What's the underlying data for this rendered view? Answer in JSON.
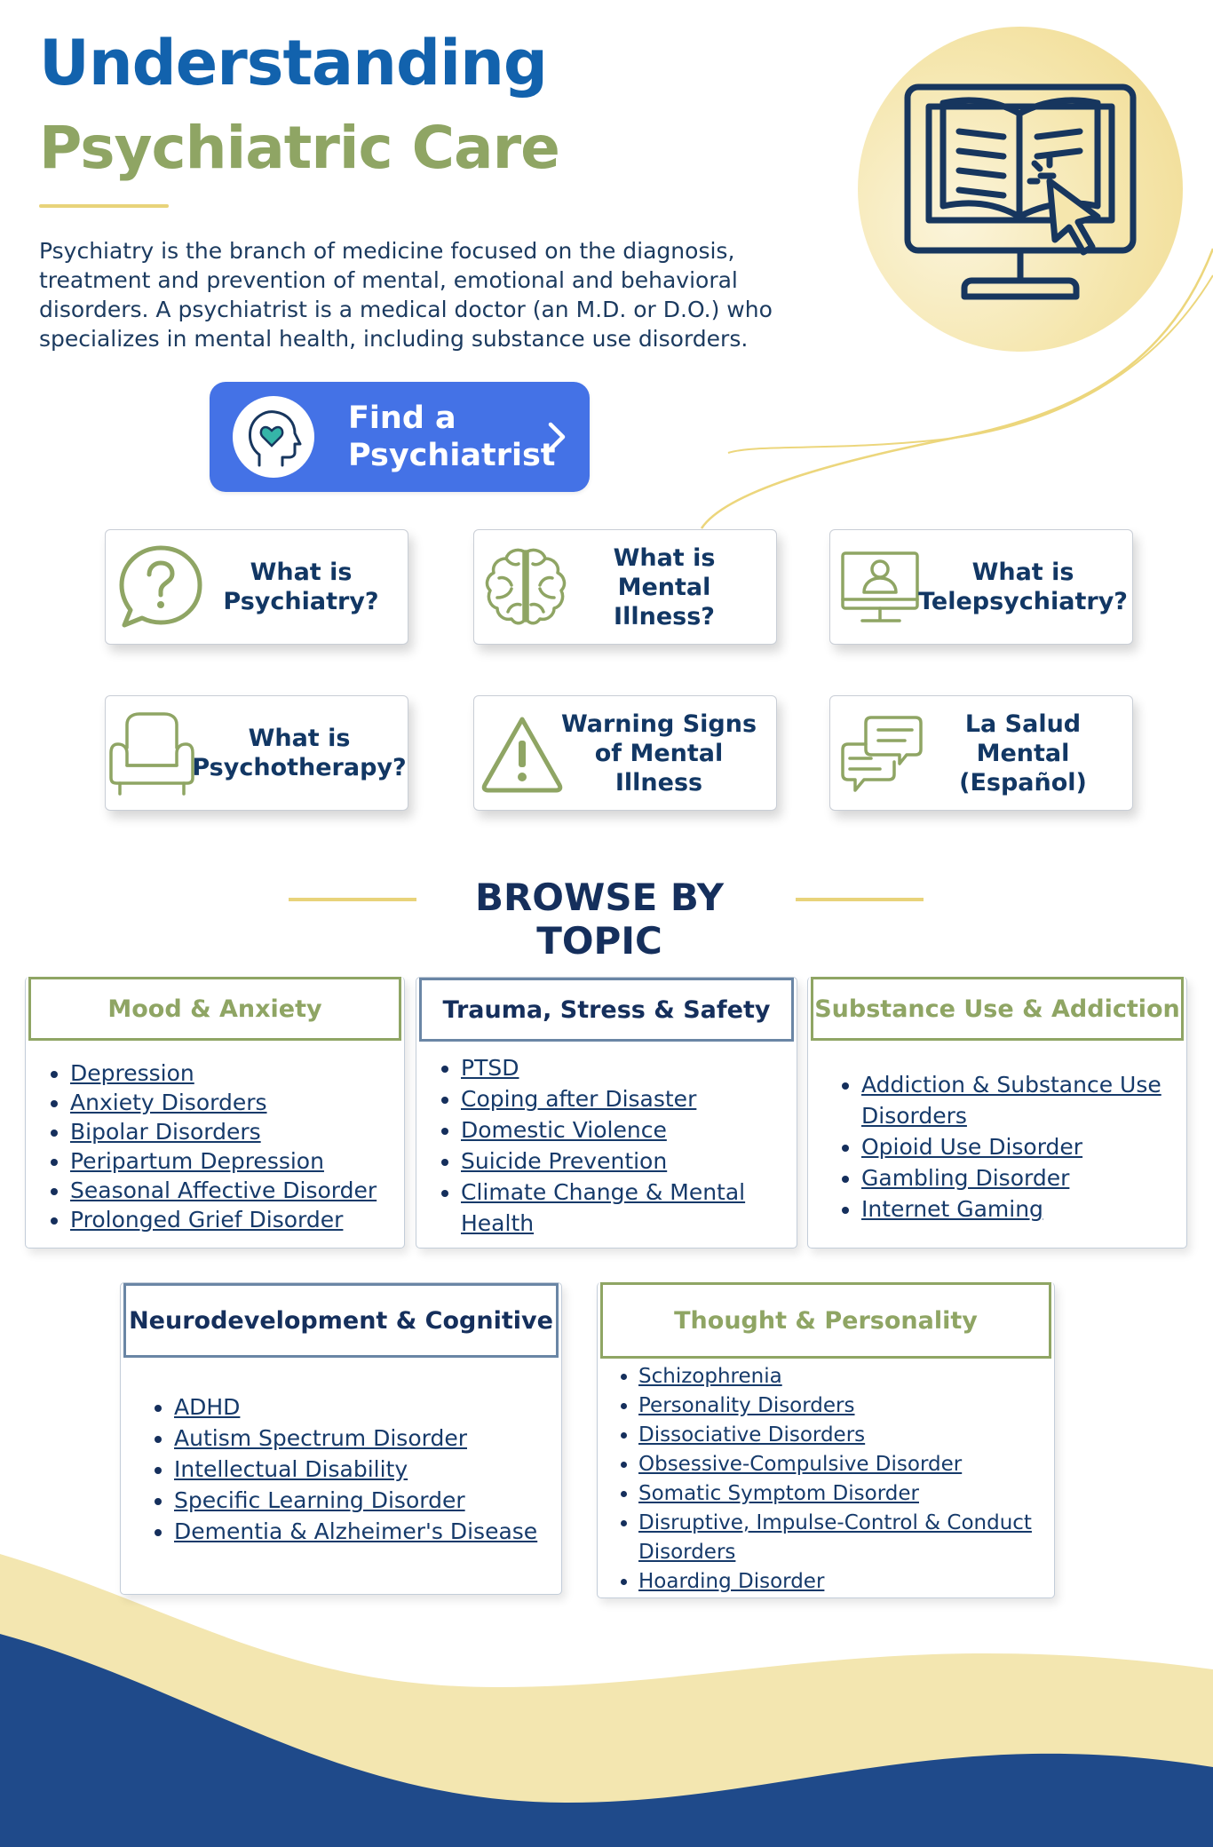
{
  "header": {
    "title_line1": "Understanding",
    "title_line2": "Psychiatric Care",
    "intro": "Psychiatry is the branch of medicine focused on the diagnosis, treatment and prevention of mental, emotional and behavioral disorders. A psychiatrist is a medical doctor (an M.D. or D.O.) who specializes in mental health, including substance use disorders.",
    "hero_icon": "open-book-monitor-cursor-icon"
  },
  "find_button": {
    "label": "Find a Psychiatrist",
    "icon": "head-heart-icon"
  },
  "quick_links": [
    {
      "label": "What is Psychiatry?",
      "icon": "question-bubble-icon"
    },
    {
      "label": "What is Mental Illness?",
      "icon": "brain-icon"
    },
    {
      "label": "What is Telepsychiatry?",
      "icon": "video-call-monitor-icon"
    },
    {
      "label": "What is Psychotherapy?",
      "icon": "armchair-icon"
    },
    {
      "label": "Warning Signs of Mental Illness",
      "icon": "warning-triangle-icon"
    },
    {
      "label": "La Salud Mental (Español)",
      "icon": "chat-bubbles-icon"
    }
  ],
  "browse": {
    "title": "BROWSE BY TOPIC"
  },
  "topics": [
    {
      "title": "Mood & Anxiety",
      "items": [
        "Depression",
        "Anxiety Disorders",
        "Bipolar Disorders",
        "Peripartum Depression",
        "Seasonal Affective Disorder",
        "Prolonged Grief Disorder"
      ]
    },
    {
      "title": "Trauma, Stress & Safety",
      "items": [
        "PTSD",
        "Coping after Disaster",
        "Domestic Violence",
        "Suicide Prevention",
        "Climate Change & Mental Health"
      ]
    },
    {
      "title": "Substance Use & Addiction",
      "items": [
        "Addiction & Substance Use Disorders",
        "Opioid Use Disorder",
        "Gambling Disorder",
        "Internet Gaming"
      ]
    },
    {
      "title": "Neurodevelopment & Cognitive",
      "items": [
        "ADHD",
        "Autism Spectrum Disorder",
        "Intellectual Disability",
        "Specific Learning Disorder",
        "Dementia & Alzheimer's Disease"
      ]
    },
    {
      "title": "Thought & Personality",
      "items": [
        "Schizophrenia",
        "Personality Disorders",
        "Dissociative Disorders",
        "Obsessive-Compulsive Disorder",
        "Somatic Symptom Disorder",
        "Disruptive, Impulse-Control & Conduct Disorders",
        "Hoarding Disorder"
      ]
    }
  ],
  "colors": {
    "navy": "#152f5c",
    "blue_title": "#1262ad",
    "green": "#8fa564",
    "gold": "#e8d37a",
    "button_blue": "#4472e6",
    "wave_navy": "#1f4a8a",
    "wave_cream": "#f3e6b0"
  }
}
